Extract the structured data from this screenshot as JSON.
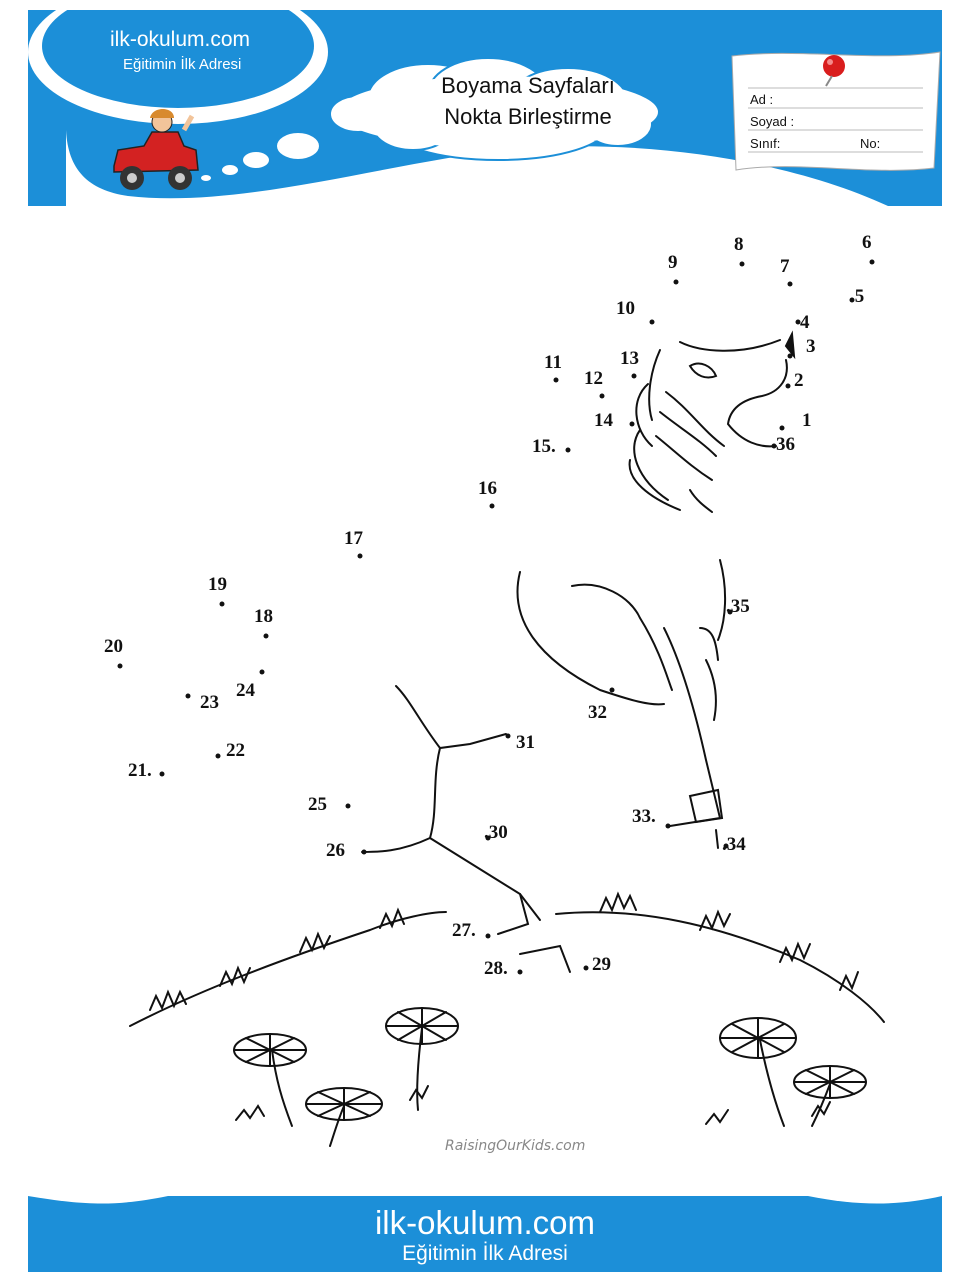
{
  "header": {
    "logo_title": "ilk-okulum.com",
    "logo_subtitle": "Eğitimin İlk Adresi",
    "cloud_line1": "Boyama Sayfaları",
    "cloud_line2": "Nokta Birleştirme"
  },
  "name_card": {
    "ad_label": "Ad :",
    "soyad_label": "Soyad :",
    "sinif_label": "Sınıf:",
    "no_label": "No:"
  },
  "numbers": [
    "1",
    "2",
    "3",
    "4",
    ".5",
    "6",
    "7",
    "8",
    "9",
    "10",
    "11",
    "12",
    "13",
    "14",
    "15.",
    "16",
    "17",
    "18",
    "19",
    "20",
    "21.",
    "22",
    "23",
    "24",
    "25",
    "26",
    "27.",
    "28.",
    "29",
    ".30",
    "31",
    "32",
    "33.",
    ".34",
    ".35",
    "36"
  ],
  "credit": "RaisingOurKids.com",
  "footer": {
    "title": "ilk-okulum.com",
    "subtitle": "Eğitimin İlk Adresi"
  },
  "colors": {
    "brand_blue": "#1c8fd8",
    "pin_red": "#d91d1d"
  }
}
